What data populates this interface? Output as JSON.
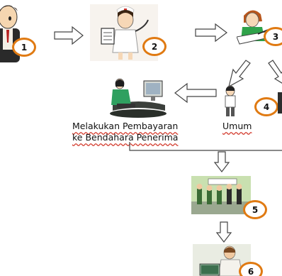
{
  "steps": [
    {
      "number": "1"
    },
    {
      "number": "2"
    },
    {
      "number": "3"
    },
    {
      "number": "4"
    },
    {
      "number": "5"
    },
    {
      "number": "6"
    }
  ],
  "labels": {
    "payment_line1": "Melakukan Pembayaran",
    "payment_line2": "ke Bendahara Penerima",
    "general": "Umum"
  },
  "colors": {
    "badge_border": "#e07a12",
    "arrow_stroke": "#444444",
    "underline": "#d33a2c"
  }
}
